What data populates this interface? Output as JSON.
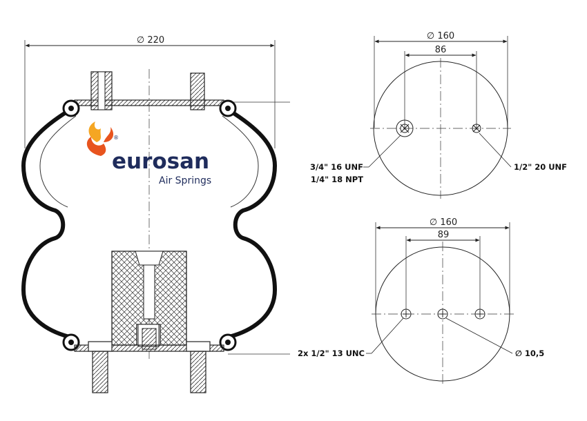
{
  "brand": {
    "name": "eurosan",
    "subtitle": "Air Springs",
    "registered_mark": "®",
    "color": "#1f2c5c",
    "flame_colors": [
      "#f5a623",
      "#e8541e"
    ]
  },
  "side_view": {
    "width_dim": "∅ 220"
  },
  "top_view": {
    "diameter_dim": "∅ 160",
    "spacing_dim": "86",
    "left_thread_line1": "3/4\" 16 UNF",
    "left_thread_line2": "1/4\" 18 NPT",
    "right_thread": "1/2\" 20 UNF"
  },
  "bottom_view": {
    "diameter_dim": "∅ 160",
    "spacing_dim": "89",
    "bolt_label": "2x 1/2\" 13 UNC",
    "hole_dim": "∅ 10,5"
  }
}
